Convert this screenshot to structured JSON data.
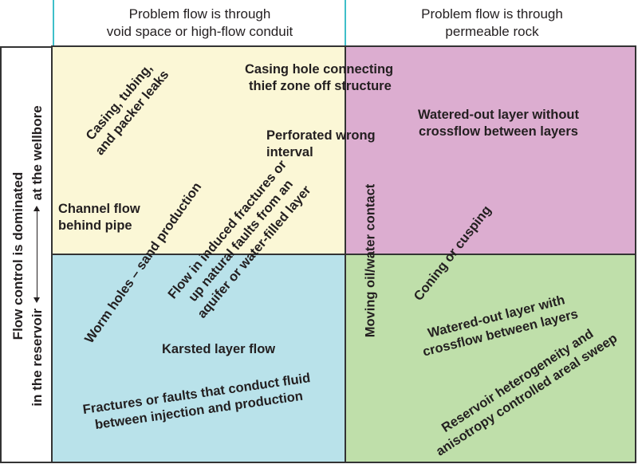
{
  "column_headers": [
    {
      "line1": "Problem flow is through",
      "line2": "void space or high-flow conduit"
    },
    {
      "line1": "Problem flow is through",
      "line2": "permeable rock"
    }
  ],
  "row_axis": {
    "line1": "Flow control is dominated",
    "line2_start": "in the reservoir",
    "line2_end": "at the wellbore",
    "arrow": "↔"
  },
  "quadrant_colors": {
    "top_left": "#fbf7d6",
    "top_right": "#dcadd0",
    "bottom_left": "#b9e2ea",
    "bottom_right": "#bfdfaa"
  },
  "labels": {
    "casing_leaks": [
      "Casing, tubing,",
      "and packer leaks"
    ],
    "casing_hole": [
      "Casing hole connecting",
      "thief zone off structure"
    ],
    "perforated": [
      "Perforated wrong",
      "interval"
    ],
    "channel_flow": [
      "Channel flow",
      "behind pipe"
    ],
    "worm_holes": [
      "Worm holes – sand production"
    ],
    "induced_fractures": [
      "Flow in induced fractures or",
      "up natural faults from an",
      "aquifer or water-filled layer"
    ],
    "watered_out_without": [
      "Watered-out layer without",
      "crossflow between layers"
    ],
    "moving_owc": [
      "Moving oil/water contact"
    ],
    "coning": [
      "Coning or cusping"
    ],
    "karsted": [
      "Karsted layer flow"
    ],
    "watered_out_with": [
      "Watered-out layer with",
      "crossflow between layers"
    ],
    "fractures_faults": [
      "Fractures or faults that conduct fluid",
      "between injection and production"
    ],
    "heterogeneity": [
      "Reservoir heterogeneity and",
      "anisotropy controlled areal sweep"
    ]
  }
}
